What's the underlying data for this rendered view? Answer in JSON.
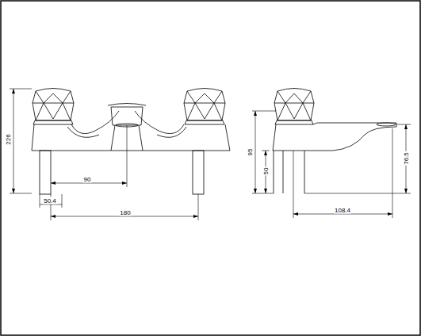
{
  "diagram": {
    "labels": [
      "226",
      "90",
      "50.4",
      "180",
      "95",
      "50",
      "76.5",
      "108.4"
    ]
  }
}
